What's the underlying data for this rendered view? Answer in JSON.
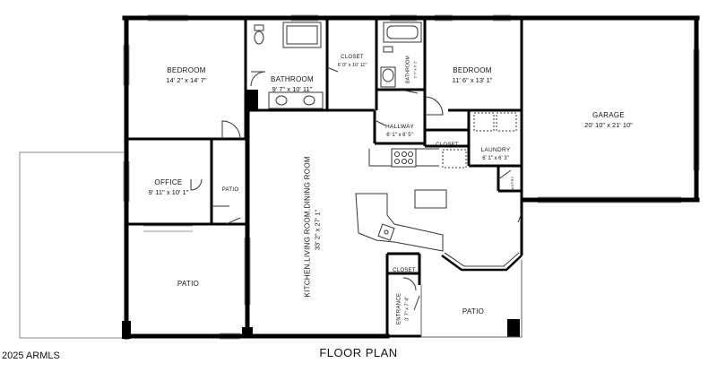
{
  "title": "FLOOR PLAN",
  "copyright": "2025 ARMLS",
  "rooms": {
    "bedroom_1": {
      "name": "BEDROOM",
      "dim": "14' 2\" x 14' 7\""
    },
    "bathroom": {
      "name": "BATHROOM",
      "dim": "9' 7\" x 10' 11\""
    },
    "closet_1": {
      "name": "CLOSET",
      "dim": "6' 0\" x 10' 11\""
    },
    "bathroom_2": {
      "name": "BATHROOM",
      "dim": "5' 7\" x 6' 2\""
    },
    "bedroom_2": {
      "name": "BEDROOM",
      "dim": "11' 6\" x 13' 1\""
    },
    "garage": {
      "name": "GARAGE",
      "dim": "20' 10\" x 21' 10\""
    },
    "hallway": {
      "name": "HALLWAY",
      "dim": "6' 1\" x 6' 5\""
    },
    "closet_2": {
      "name": "CLOSET",
      "dim": ""
    },
    "laundry": {
      "name": "LAUNDRY",
      "dim": "6' 1\" x 6' 3\""
    },
    "pantry": {
      "name": "PANTRY",
      "dim": ""
    },
    "office": {
      "name": "OFFICE",
      "dim": "9' 11\" x 10' 1\""
    },
    "patio_1": {
      "name": "PATIO",
      "dim": ""
    },
    "patio_2": {
      "name": "PATIO",
      "dim": ""
    },
    "kitchen": {
      "name": "KITCHEN,LIVING ROOM,DINING ROOM",
      "dim": "33' 2\" x 27' 1\""
    },
    "closet_3": {
      "name": "CLOSET",
      "dim": ""
    },
    "entrance": {
      "name": "ENTRANCE",
      "dim": "3' 7\" x 7' 4\""
    },
    "patio_3": {
      "name": "PATIO",
      "dim": ""
    }
  }
}
